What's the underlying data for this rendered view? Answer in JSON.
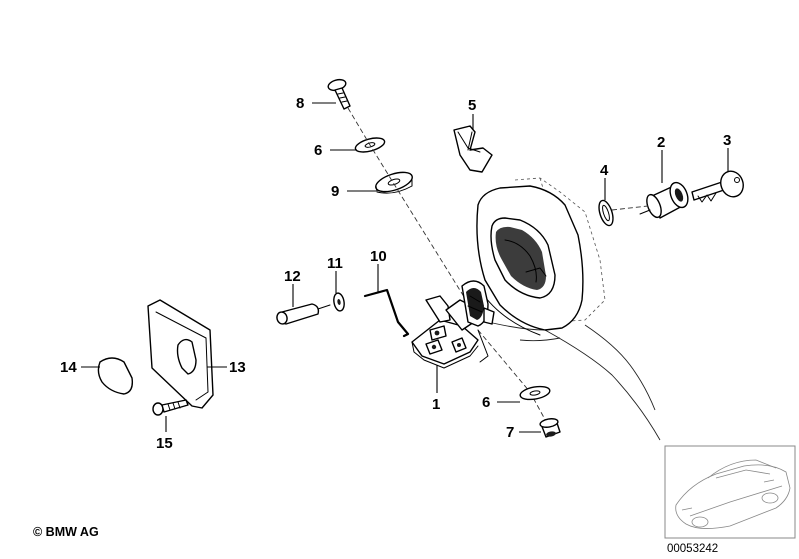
{
  "callouts": {
    "c1": "1",
    "c2": "2",
    "c3": "3",
    "c4": "4",
    "c5": "5",
    "c6a": "6",
    "c6b": "6",
    "c7": "7",
    "c8": "8",
    "c9": "9",
    "c10": "10",
    "c11": "11",
    "c12": "12",
    "c13": "13",
    "c14": "14",
    "c15": "15"
  },
  "footer": {
    "copyright": "© BMW AG",
    "reference": "00053242"
  }
}
